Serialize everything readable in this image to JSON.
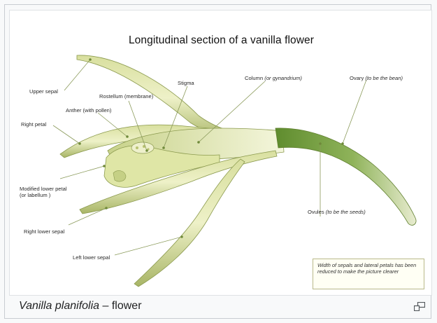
{
  "figure": {
    "title": "Longitudinal section of a vanilla flower",
    "labels": {
      "upper_sepal": "Upper sepal",
      "rostellum": "Rostellum (membrane)",
      "stigma": "Stigma",
      "column_main": "Column",
      "column_italic": "(or gynandrium)",
      "ovary_main": "Ovary",
      "ovary_italic": "(to be the bean)",
      "right_petal": "Right petal",
      "anther": "Anther (with pollen)",
      "modified_lower_petal_line1": "Modified lower petal",
      "modified_lower_petal_line2": "(or labellum )",
      "right_lower_sepal": "Right lower sepal",
      "left_lower_sepal": "Left lower sepal",
      "ovules_main": "Ovules",
      "ovules_italic": "(to be the seeds)"
    },
    "note": "Width of sepals and lateral petals has been reduced  to make the picture clearer"
  },
  "caption": {
    "species": "Vanilla planifolia",
    "rest": " – flower"
  },
  "colors": {
    "petal_light": "#e4e8b2",
    "petal_mid": "#b9c57a",
    "petal_dark": "#8b9a4e",
    "ovary": "#6f9a3a",
    "line": "#8a9a5a"
  },
  "icons": {
    "enlarge": "enlarge-icon"
  }
}
